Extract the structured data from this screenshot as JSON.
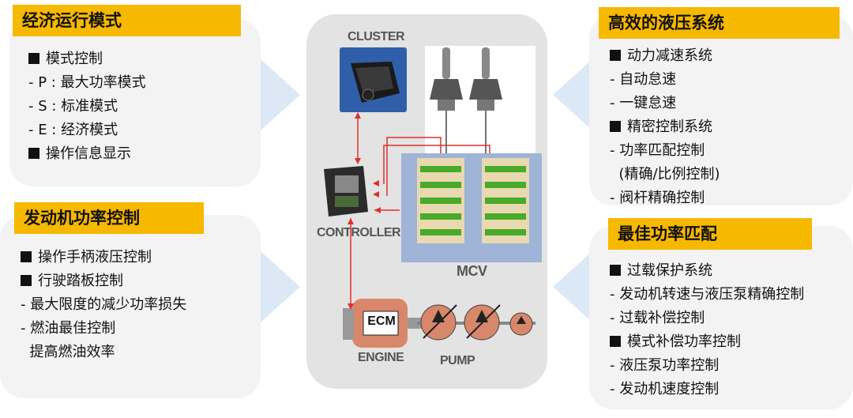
{
  "left_top": {
    "title": "经济运行模式",
    "items": [
      {
        "bullet": true,
        "text": "模式控制"
      },
      {
        "bullet": false,
        "text": "- P : 最大功率模式"
      },
      {
        "bullet": false,
        "text": "- S : 标准模式"
      },
      {
        "bullet": false,
        "text": "- E : 经济模式"
      },
      {
        "bullet": true,
        "text": "操作信息显示"
      }
    ]
  },
  "left_bottom": {
    "title": "发动机功率控制",
    "items": [
      {
        "bullet": true,
        "text": "操作手柄液压控制"
      },
      {
        "bullet": true,
        "text": "行驶踏板控制"
      },
      {
        "bullet": false,
        "text": "- 最大限度的减少功率损失"
      },
      {
        "bullet": false,
        "text": "- 燃油最佳控制"
      },
      {
        "bullet": false,
        "text": "  提高燃油效率"
      }
    ]
  },
  "right_top": {
    "title": "高效的液压系统",
    "items": [
      {
        "bullet": true,
        "text": "动力减速系统"
      },
      {
        "bullet": false,
        "text": "- 自动怠速"
      },
      {
        "bullet": false,
        "text": "- 一键怠速"
      },
      {
        "bullet": true,
        "text": "精密控制系统"
      },
      {
        "bullet": false,
        "text": "- 功率匹配控制"
      },
      {
        "bullet": false,
        "text": "  (精确/比例控制)"
      },
      {
        "bullet": false,
        "text": "- 阀杆精确控制"
      }
    ]
  },
  "right_bottom": {
    "title": "最佳功率匹配",
    "items": [
      {
        "bullet": true,
        "text": "过载保护系统"
      },
      {
        "bullet": false,
        "text": "- 发动机转速与液压泵精确控制"
      },
      {
        "bullet": false,
        "text": "- 过载补偿控制"
      },
      {
        "bullet": true,
        "text": "模式补偿功率控制"
      },
      {
        "bullet": false,
        "text": "- 液压泵功率控制"
      },
      {
        "bullet": false,
        "text": "- 发动机速度控制"
      }
    ]
  },
  "diagram": {
    "cluster_label": "CLUSTER",
    "controller_label": "CONTROLLER",
    "mcv_label": "MCV",
    "ecm_label": "ECM",
    "engine_label": "ENGINE",
    "pump_label": "PUMP"
  },
  "colors": {
    "title_bg": "#f7b800",
    "panel_bg": "#f3f3f3",
    "arrow_blue": "#dde8f7",
    "signal_red": "#e0302a",
    "pump_fill": "#d9876a"
  }
}
